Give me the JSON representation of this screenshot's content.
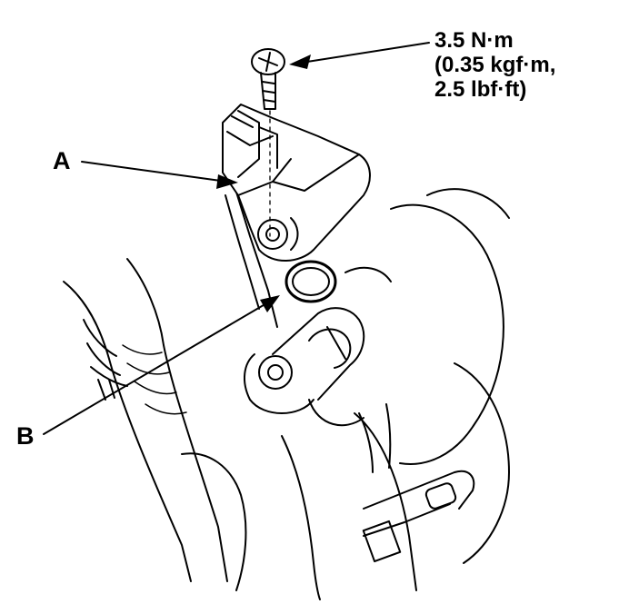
{
  "torque_spec": {
    "line1": "3.5 N·m",
    "line2": "(0.35 kgf·m,",
    "line3": "2.5 lbf·ft)"
  },
  "callouts": {
    "a": "A",
    "b": "B"
  },
  "colors": {
    "ink": "#000000",
    "paper": "#ffffff"
  }
}
